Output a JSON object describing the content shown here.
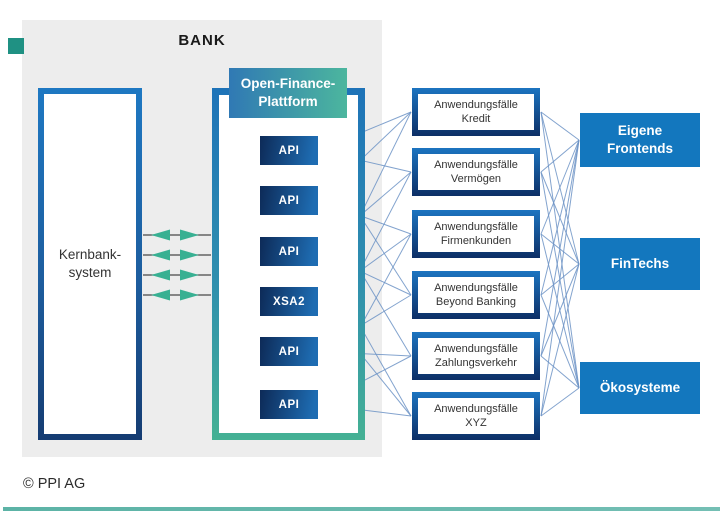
{
  "header": {
    "bank_label": "BANK"
  },
  "kernbank": {
    "label": "Kernbank-\nsystem"
  },
  "platform": {
    "title": "Open-Finance-\nPlattform",
    "api_boxes": [
      {
        "label": "API"
      },
      {
        "label": "API"
      },
      {
        "label": "API"
      },
      {
        "label": "XSA2"
      },
      {
        "label": "API"
      },
      {
        "label": "API"
      }
    ]
  },
  "use_cases": [
    {
      "label": "Anwendungsfälle\nKredit"
    },
    {
      "label": "Anwendungsfälle\nVermögen"
    },
    {
      "label": "Anwendungsfälle\nFirmenkunden"
    },
    {
      "label": "Anwendungsfälle\nBeyond Banking"
    },
    {
      "label": "Anwendungsfälle\nZahlungsverkehr"
    },
    {
      "label": "Anwendungsfälle\nXYZ"
    }
  ],
  "targets": [
    {
      "label": "Eigene\nFrontends"
    },
    {
      "label": "FinTechs"
    },
    {
      "label": "Ökosysteme"
    }
  ],
  "footer": {
    "copyright": "© PPI AG"
  },
  "colors": {
    "accent_teal": "#38b092",
    "wire_blue": "#6e94c6",
    "solid_blue": "#1377be",
    "navy": "#0d2f66",
    "gradient_blue": "#1e73b8",
    "gradient_green": "#45b194",
    "panel_gray": "#ededed",
    "brand_square_teal": "#1f9183"
  },
  "diagram": {
    "api_to_usecase": [
      [
        0,
        0
      ],
      [
        0,
        1
      ],
      [
        0,
        3
      ],
      [
        1,
        0
      ],
      [
        1,
        2
      ],
      [
        1,
        4
      ],
      [
        2,
        1
      ],
      [
        2,
        3
      ],
      [
        2,
        5
      ],
      [
        3,
        0
      ],
      [
        3,
        2
      ],
      [
        3,
        5
      ],
      [
        4,
        1
      ],
      [
        4,
        3
      ],
      [
        4,
        4
      ],
      [
        5,
        2
      ],
      [
        5,
        4
      ],
      [
        5,
        5
      ]
    ],
    "usecase_to_target": [
      [
        0,
        0
      ],
      [
        0,
        1
      ],
      [
        0,
        2
      ],
      [
        1,
        0
      ],
      [
        1,
        1
      ],
      [
        1,
        2
      ],
      [
        2,
        0
      ],
      [
        2,
        1
      ],
      [
        2,
        2
      ],
      [
        3,
        0
      ],
      [
        3,
        1
      ],
      [
        3,
        2
      ],
      [
        4,
        0
      ],
      [
        4,
        1
      ],
      [
        4,
        2
      ],
      [
        5,
        0
      ],
      [
        5,
        1
      ],
      [
        5,
        2
      ]
    ]
  }
}
